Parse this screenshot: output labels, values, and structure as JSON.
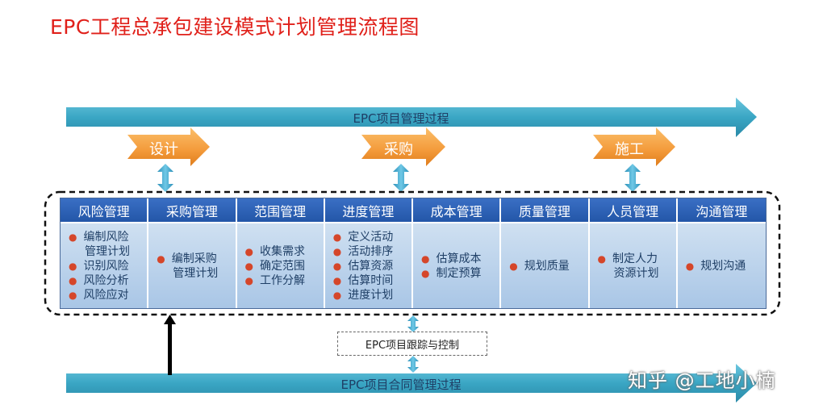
{
  "title": "EPC工程总承包建设模式计划管理流程图",
  "top_bar": {
    "label": "EPC项目管理过程"
  },
  "phases": [
    {
      "label": "设计"
    },
    {
      "label": "采购"
    },
    {
      "label": "施工"
    }
  ],
  "areas": [
    {
      "title": "风险管理",
      "items": [
        [
          "编制风险",
          "管理计划"
        ],
        [
          "识别风险"
        ],
        [
          "风险分析"
        ],
        [
          "风险应对"
        ]
      ]
    },
    {
      "title": "采购管理",
      "items": [
        [
          "编制采购",
          "管理计划"
        ]
      ]
    },
    {
      "title": "范围管理",
      "items": [
        [
          "收集需求"
        ],
        [
          "确定范围"
        ],
        [
          "工作分解"
        ]
      ]
    },
    {
      "title": "进度管理",
      "items": [
        [
          "定义活动"
        ],
        [
          "活动排序"
        ],
        [
          "估算资源"
        ],
        [
          "估算时间"
        ],
        [
          "进度计划"
        ]
      ]
    },
    {
      "title": "成本管理",
      "items": [
        [
          "估算成本"
        ],
        [
          "制定预算"
        ]
      ]
    },
    {
      "title": "质量管理",
      "items": [
        [
          "规划质量"
        ]
      ]
    },
    {
      "title": "人员管理",
      "items": [
        [
          "制定人力",
          "资源计划"
        ]
      ]
    },
    {
      "title": "沟通管理",
      "items": [
        [
          "规划沟通"
        ]
      ]
    }
  ],
  "tracking": {
    "label": "EPC项目跟踪与控制"
  },
  "bottom_bar": {
    "label": "EPC项目合同管理过程"
  },
  "watermark": "知乎 @工地小楠",
  "colors": {
    "title": "#e0201a",
    "bar": "#3aa6c4",
    "phase_arrow": "#f39a3a",
    "header": "#2b60b3",
    "cell": "#b9d2ec",
    "bullet": "#d5462a"
  }
}
